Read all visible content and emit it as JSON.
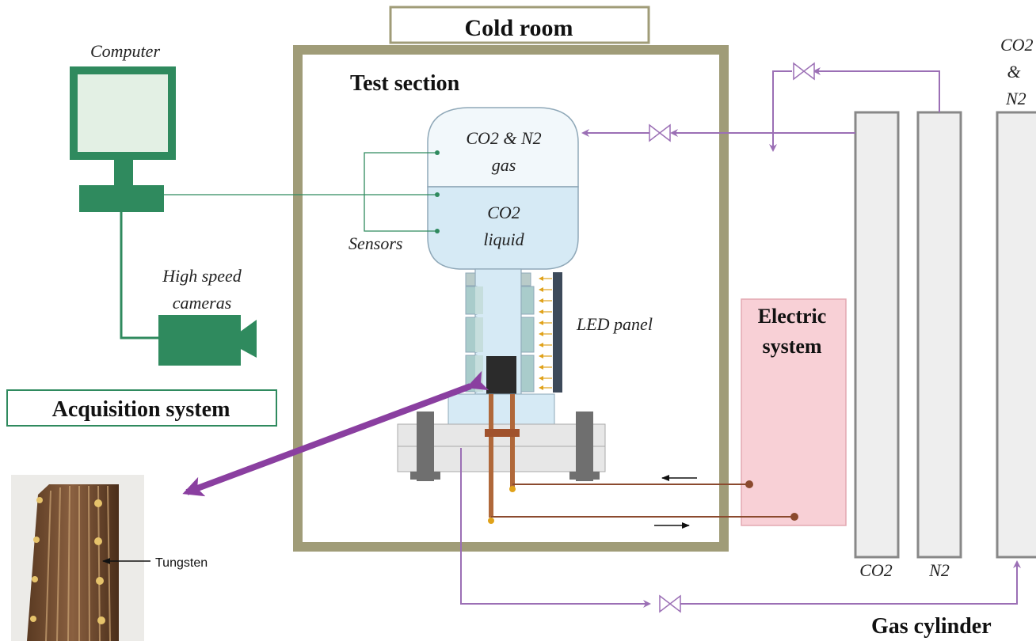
{
  "labels": {
    "cold_room": "Cold room",
    "test_section": "Test section",
    "computer": "Computer",
    "acquisition_system": "Acquisition system",
    "high_speed": "High speed",
    "cameras": "cameras",
    "sensors": "Sensors",
    "gas_line1": "CO2 & N2",
    "gas_line2": "gas",
    "liquid_line1": "CO2",
    "liquid_line2": "liquid",
    "led_panel": "LED panel",
    "electric_line1": "Electric",
    "electric_line2": "system",
    "cyl_co2": "CO2",
    "cyl_n2": "N2",
    "cyl_mix_line1": "CO2",
    "cyl_mix_line2": "&",
    "cyl_mix_line3": "N2",
    "gas_cylinder": "Gas cylinder",
    "tungsten": "Tungsten"
  },
  "colors": {
    "cold_room_border": "#a09c78",
    "computer_green": "#2f8a5e",
    "gas_line_purple": "#9b6fb5",
    "double_arrow_purple": "#8a3fa0",
    "electric_fill": "#f8d0d6",
    "wire_brown": "#8b4a2e",
    "gas_region": "#f2f8fb",
    "liquid_region": "#d6eaf5",
    "heater_fill": "#2b2b2b",
    "cylinder_fill": "#eeeeee",
    "led_panel": "#3d4a5a"
  },
  "icons": [
    "valve-icon",
    "camera-icon",
    "monitor-icon"
  ]
}
